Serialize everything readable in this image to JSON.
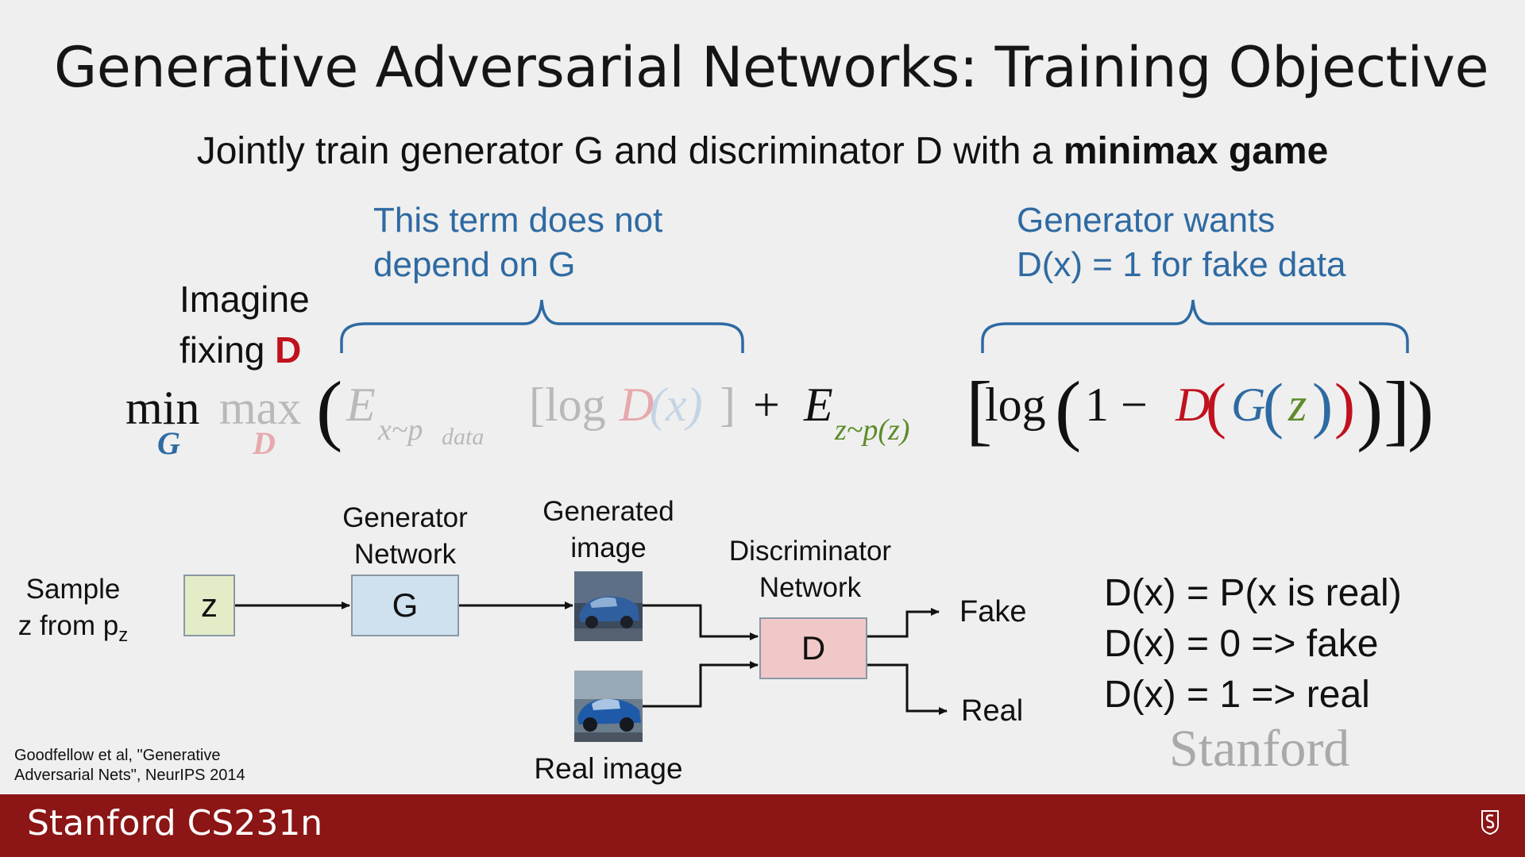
{
  "slide": {
    "title": "Generative Adversarial Networks: Training Objective",
    "subtitle_plain": "Jointly train generator G and discriminator D with a ",
    "subtitle_bold": "minimax game",
    "note_left": [
      "This term does not",
      "depend on G"
    ],
    "note_right": [
      "Generator wants",
      "D(x) = 1 for fake data"
    ],
    "imagine": {
      "line1": "Imagine",
      "line2_plain": "fixing ",
      "line2_bold": "D"
    }
  },
  "equation": {
    "min": "min",
    "min_sub": "G",
    "max": "max",
    "max_sub": "D",
    "open_paren": "(",
    "e1": "E",
    "e1_sub": "x~p",
    "e1_subsub": "data",
    "term1_open": "[log ",
    "term1_d": "D",
    "term1_arg": "(x)",
    "term1_close": "]",
    "plus": "+",
    "e2": "E",
    "e2_sub": "z~p(z)",
    "open_bracket": "[",
    "log": "log",
    "paren2_open": "(",
    "one_minus": "1 − ",
    "d": "D",
    "paren3_open": "(",
    "g": "G",
    "paren4_open": "(",
    "z": "z",
    "paren4_close": ")",
    "paren3_close": ")",
    "paren2_close": ")",
    "close_bracket": "]",
    "close_paren": ")"
  },
  "diagram": {
    "sample_label": [
      "Sample",
      "z from p"
    ],
    "sample_sub": "z",
    "z_box": "z",
    "generator_label": [
      "Generator",
      "Network"
    ],
    "g_box": "G",
    "generated_label": [
      "Generated",
      "image"
    ],
    "discriminator_label": [
      "Discriminator",
      "Network"
    ],
    "d_box": "D",
    "fake": "Fake",
    "real": "Real",
    "real_image_label": "Real image"
  },
  "definitions": [
    "D(x) = P(x is real)",
    "D(x) = 0 => fake",
    "D(x) = 1 => real"
  ],
  "citation": [
    "Goodfellow et al, \"Generative",
    "Adversarial Nets\", NeurIPS 2014"
  ],
  "watermark": "Stanford",
  "footer": "Stanford CS231n",
  "colors": {
    "blue": "#2e6aa2",
    "red": "#c0121e",
    "green": "#5d8c2a",
    "faded": "#b9b9b9",
    "faded_red": "#e6a9ad",
    "z_box": "#e2ecc6",
    "g_box": "#cfe0ee",
    "d_box": "#f0c8c8",
    "footer": "#8c1515"
  },
  "icons": [
    "stanford-logo-icon"
  ]
}
